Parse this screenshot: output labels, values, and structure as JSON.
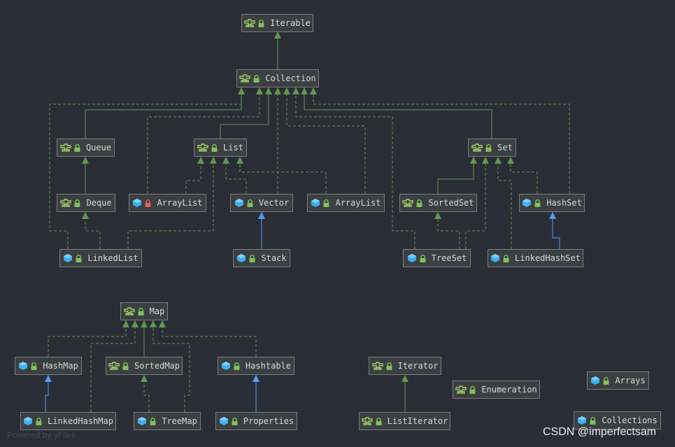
{
  "colors": {
    "background": "#2b2d36",
    "node_fill": "#3c3f41",
    "node_border": "#7b7d80",
    "extends_interface": "#5f9a4c",
    "extends_class": "#4f9ef2",
    "implements": "#5f9a4c",
    "interface_icon": "#9fce6a",
    "class_icon": "#3fb0f0",
    "lock_green": "#7fc25a",
    "lock_red": "#e26464"
  },
  "nodes": [
    {
      "id": "iterable",
      "label": "Iterable",
      "kind": "interface",
      "lock": "green"
    },
    {
      "id": "collection",
      "label": "Collection",
      "kind": "interface",
      "lock": "green"
    },
    {
      "id": "queue",
      "label": "Queue",
      "kind": "interface",
      "lock": "green"
    },
    {
      "id": "list",
      "label": "List",
      "kind": "interface",
      "lock": "green"
    },
    {
      "id": "set",
      "label": "Set",
      "kind": "interface",
      "lock": "green"
    },
    {
      "id": "deque",
      "label": "Deque",
      "kind": "interface",
      "lock": "green"
    },
    {
      "id": "arraylist_red",
      "label": "ArrayList",
      "kind": "class",
      "lock": "red"
    },
    {
      "id": "vector",
      "label": "Vector",
      "kind": "class",
      "lock": "green"
    },
    {
      "id": "arraylist",
      "label": "ArrayList",
      "kind": "class",
      "lock": "green"
    },
    {
      "id": "sortedset",
      "label": "SortedSet",
      "kind": "interface",
      "lock": "green"
    },
    {
      "id": "hashset",
      "label": "HashSet",
      "kind": "class",
      "lock": "green"
    },
    {
      "id": "linkedlist",
      "label": "LinkedList",
      "kind": "class",
      "lock": "green"
    },
    {
      "id": "stack",
      "label": "Stack",
      "kind": "class",
      "lock": "green"
    },
    {
      "id": "treeset",
      "label": "TreeSet",
      "kind": "class",
      "lock": "green"
    },
    {
      "id": "linkedhashset",
      "label": "LinkedHashSet",
      "kind": "class",
      "lock": "green"
    },
    {
      "id": "map",
      "label": "Map",
      "kind": "interface",
      "lock": "green"
    },
    {
      "id": "hashmap",
      "label": "HashMap",
      "kind": "class",
      "lock": "green"
    },
    {
      "id": "sortedmap",
      "label": "SortedMap",
      "kind": "interface",
      "lock": "green"
    },
    {
      "id": "hashtable",
      "label": "Hashtable",
      "kind": "class",
      "lock": "green"
    },
    {
      "id": "iterator",
      "label": "Iterator",
      "kind": "interface",
      "lock": "green"
    },
    {
      "id": "enumeration",
      "label": "Enumeration",
      "kind": "interface",
      "lock": "green"
    },
    {
      "id": "arrays",
      "label": "Arrays",
      "kind": "class",
      "lock": "green"
    },
    {
      "id": "linkedhashmap",
      "label": "LinkedHashMap",
      "kind": "class",
      "lock": "green"
    },
    {
      "id": "treemap",
      "label": "TreeMap",
      "kind": "class",
      "lock": "green"
    },
    {
      "id": "properties",
      "label": "Properties",
      "kind": "class",
      "lock": "green"
    },
    {
      "id": "listiterator",
      "label": "ListIterator",
      "kind": "interface",
      "lock": "green"
    },
    {
      "id": "collections",
      "label": "Collections",
      "kind": "class",
      "lock": "green"
    }
  ],
  "edges": [
    {
      "from": "collection",
      "to": "iterable",
      "type": "extends"
    },
    {
      "from": "queue",
      "to": "collection",
      "type": "extends"
    },
    {
      "from": "list",
      "to": "collection",
      "type": "extends"
    },
    {
      "from": "set",
      "to": "collection",
      "type": "extends"
    },
    {
      "from": "deque",
      "to": "queue",
      "type": "extends"
    },
    {
      "from": "linkedlist",
      "to": "collection",
      "type": "implements"
    },
    {
      "from": "linkedlist",
      "to": "deque",
      "type": "implements"
    },
    {
      "from": "linkedlist",
      "to": "list",
      "type": "implements"
    },
    {
      "from": "arraylist_red",
      "to": "collection",
      "type": "implements"
    },
    {
      "from": "arraylist_red",
      "to": "list",
      "type": "implements"
    },
    {
      "from": "vector",
      "to": "collection",
      "type": "implements"
    },
    {
      "from": "vector",
      "to": "list",
      "type": "implements"
    },
    {
      "from": "arraylist",
      "to": "collection",
      "type": "implements"
    },
    {
      "from": "arraylist",
      "to": "list",
      "type": "implements"
    },
    {
      "from": "stack",
      "to": "vector",
      "type": "class_extends"
    },
    {
      "from": "sortedset",
      "to": "set",
      "type": "extends"
    },
    {
      "from": "hashset",
      "to": "collection",
      "type": "implements"
    },
    {
      "from": "hashset",
      "to": "set",
      "type": "implements"
    },
    {
      "from": "treeset",
      "to": "collection",
      "type": "implements"
    },
    {
      "from": "treeset",
      "to": "sortedset",
      "type": "implements"
    },
    {
      "from": "treeset",
      "to": "set",
      "type": "implements"
    },
    {
      "from": "linkedhashset",
      "to": "set",
      "type": "implements"
    },
    {
      "from": "linkedhashset",
      "to": "hashset",
      "type": "class_extends"
    },
    {
      "from": "hashmap",
      "to": "map",
      "type": "implements"
    },
    {
      "from": "sortedmap",
      "to": "map",
      "type": "extends"
    },
    {
      "from": "hashtable",
      "to": "map",
      "type": "implements"
    },
    {
      "from": "linkedhashmap",
      "to": "hashmap",
      "type": "class_extends"
    },
    {
      "from": "linkedhashmap",
      "to": "map",
      "type": "implements"
    },
    {
      "from": "treemap",
      "to": "sortedmap",
      "type": "implements"
    },
    {
      "from": "treemap",
      "to": "map",
      "type": "implements"
    },
    {
      "from": "properties",
      "to": "hashtable",
      "type": "class_extends"
    },
    {
      "from": "listiterator",
      "to": "iterator",
      "type": "extends"
    }
  ],
  "watermark": "Powered by yFiles",
  "credit": "CSDN @imperfectsam"
}
